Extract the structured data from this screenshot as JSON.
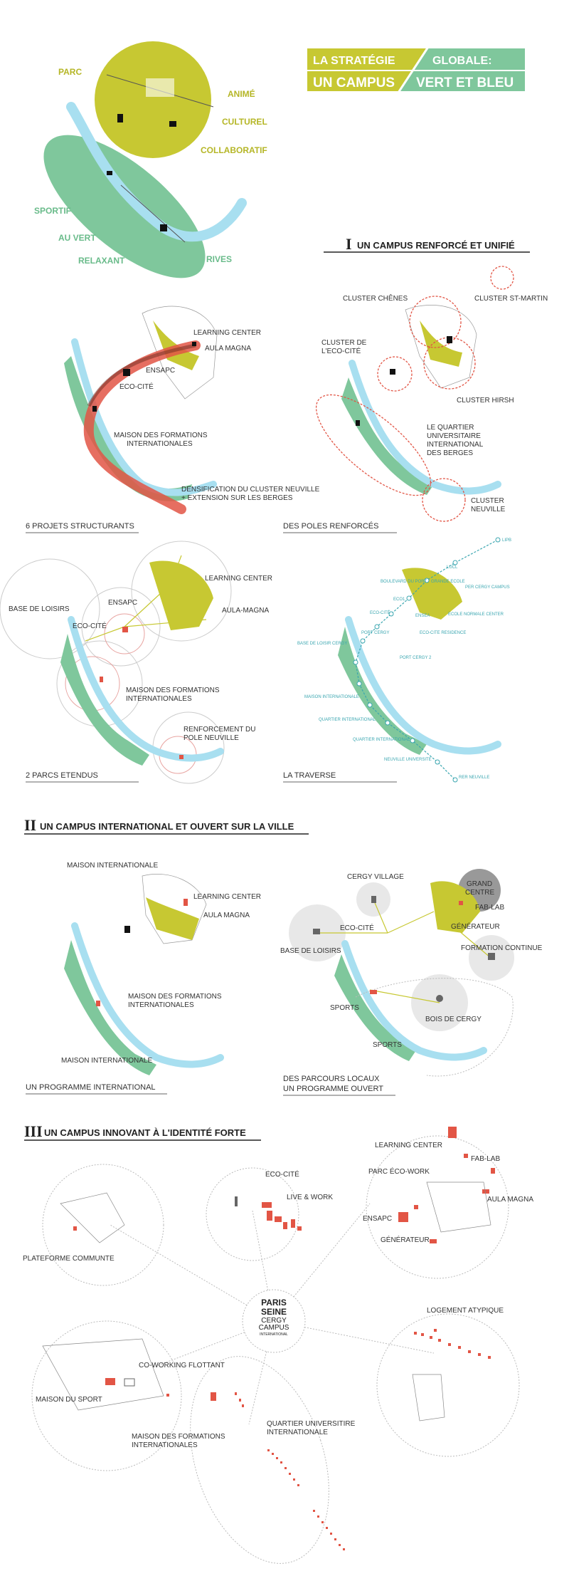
{
  "colors": {
    "olive": "#c7c832",
    "green": "#7fc79c",
    "blue": "#a8dff0",
    "red": "#e25545",
    "teal": "#3aa6b0",
    "grey": "#e8e8e8",
    "dark": "#222"
  },
  "title": {
    "line1_left": "LA STRATÉGIE",
    "line1_right": "GLOBALE:",
    "line2_left": "UN CAMPUS",
    "line2_right": "VERT ET BLEU"
  },
  "top_map": {
    "parc": "PARC",
    "anime": "ANIMÉ",
    "culturel": "CULTUREL",
    "collaboratif": "COLLABORATIF",
    "sportif": "SPORTIF",
    "au_vert": "AU VERT",
    "relaxant": "RELAXANT",
    "rives": "RIVES"
  },
  "section1": {
    "numeral": "I",
    "title": "UN CAMPUS RENFORCÉ ET UNIFIÉ"
  },
  "map_a": {
    "learning": "LEARNING CENTER",
    "aula": "AULA MAGNA",
    "ensapc": "ENSAPC",
    "eco": "ECO-CITÉ",
    "maison1": "MAISON DES FORMATIONS",
    "maison2": "INTERNATIONALES",
    "dens1": "DENSIFICATION DU CLUSTER NEUVILLE",
    "dens2": "+ EXTENSION SUR LES BERGES",
    "caption": "6 PROJETS STRUCTURANTS"
  },
  "map_b": {
    "chenes": "CLUSTER CHÊNES",
    "stmartin": "CLUSTER ST-MARTIN",
    "eco1": "CLUSTER DE",
    "eco2": "L'ECO-CITÉ",
    "hirsh": "CLUSTER HIRSH",
    "q1": "LE QUARTIER",
    "q2": "UNIVERSITAIRE",
    "q3": "INTERNATIONAL",
    "q4": "DES BERGES",
    "neu1": "CLUSTER",
    "neu2": "NEUVILLE",
    "caption": "DES POLES RENFORCÉS"
  },
  "map_c": {
    "base": "BASE DE LOISIRS",
    "learning": "LEARNING CENTER",
    "ensapc": "ENSAPC",
    "aula": "AULA-MAGNA",
    "eco": "ECO-CITÉ",
    "maison1": "MAISON DES FORMATIONS",
    "maison2": "INTERNATIONALES",
    "renf1": "RENFORCEMENT DU",
    "renf2": "POLE NEUVILLE",
    "caption": "2 PARCS ETENDUS"
  },
  "map_d": {
    "stops": [
      "LIPB",
      "LUCL",
      "BOULEVARD DU PORT",
      "GRANDE ECOLE",
      "PER CERGY CAMPUS",
      "ECO-CITÉ",
      "ECO-CITE RESIDENCE",
      "ENSEA",
      "ECOLE NORMALE CENTER",
      "PORT CERGY",
      "PORT CERGY 2",
      "BASE DE LOISIR CERGY",
      "MAISON INTERNATIONALE",
      "QUARTIER INTERNATIONAL",
      "QUARTIER INTERNATIONAL",
      "NEUVILLE UNIVERSITE",
      "RER NEUVILLE",
      "ECO1"
    ],
    "caption": "LA TRAVERSE"
  },
  "section2": {
    "numeral": "II",
    "title": "UN CAMPUS INTERNATIONAL ET OUVERT SUR LA VILLE"
  },
  "map_e": {
    "maison_int": "MAISON INTERNATIONALE",
    "learning": "LEARNING CENTER",
    "aula": "AULA MAGNA",
    "maison1": "MAISON DES FORMATIONS",
    "maison2": "INTERNATIONALES",
    "maison_int2": "MAISON INTERNATIONALE",
    "caption": "UN PROGRAMME INTERNATIONAL"
  },
  "map_f": {
    "village": "CERGY VILLAGE",
    "grand1": "GRAND",
    "grand2": "CENTRE",
    "fablab": "FAB-LAB",
    "eco": "ECO-CITÉ",
    "generateur": "GÉNÉRATEUR",
    "base": "BASE DE LOISIRS",
    "formation": "FORMATION CONTINUE",
    "sports1": "SPORTS",
    "bois": "BOIS DE CERGY",
    "sports2": "SPORTS",
    "caption1": "DES PARCOURS LOCAUX",
    "caption2": "UN PROGRAMME OUVERT"
  },
  "section3": {
    "numeral": "III",
    "title": "UN CAMPUS INNOVANT À L'IDENTITÉ FORTE"
  },
  "cluster": {
    "learning": "LEARNING CENTER",
    "fablab": "FAB-LAB",
    "parc": "PARC ÉCO-WORK",
    "aula": "AULA MAGNA",
    "ensapc": "ENSAPC",
    "generateur": "GÉNÉRATEUR",
    "eco": "ECO-CITÉ",
    "live": "LIVE & WORK",
    "plateforme": "PLATEFORME COMMUNTE",
    "logo1": "PARIS",
    "logo2": "SEINE",
    "logo3": "CERGY",
    "logo4": "CAMPUS",
    "logo5": "INTERNATIONAL",
    "logement": "LOGEMENT ATYPIQUE",
    "coworking": "CO-WORKING FLOTTANT",
    "maison_sport": "MAISON DU SPORT",
    "maison1": "MAISON DES FORMATIONS",
    "maison2": "INTERNATIONALES",
    "quartier1": "QUARTIER UNIVERSITIRE",
    "quartier2": "INTERNATIONALE"
  }
}
